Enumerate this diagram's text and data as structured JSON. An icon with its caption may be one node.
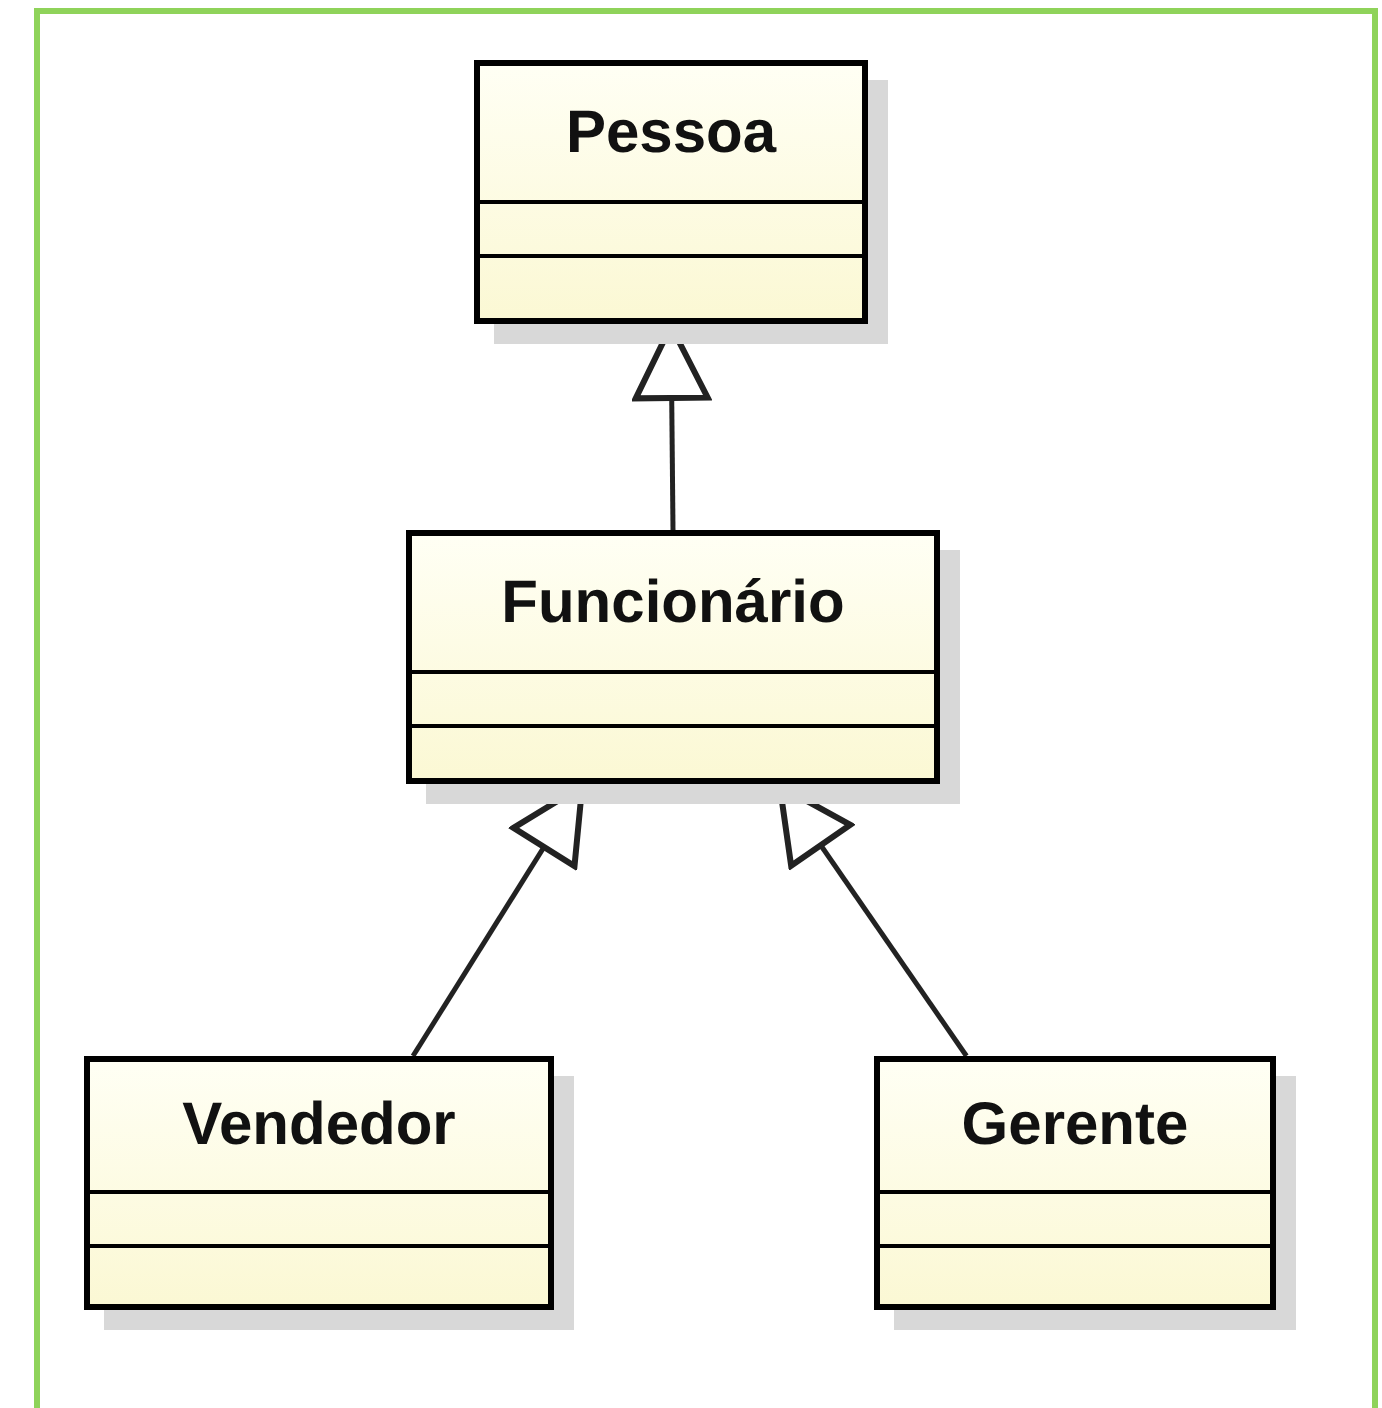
{
  "diagram": {
    "nodes": [
      {
        "text": [
          "Pessoa"
        ]
      },
      {
        "text": [
          "Funcionário"
        ]
      },
      {
        "text": [
          "Vendedor"
        ]
      },
      {
        "text": [
          "Gerente"
        ]
      }
    ],
    "edges": [
      {
        "from": 1,
        "to": 0,
        "arrow": "to"
      },
      {
        "from": 2,
        "to": 1,
        "arrow": "to"
      },
      {
        "from": 3,
        "to": 1,
        "arrow": "to"
      }
    ]
  }
}
